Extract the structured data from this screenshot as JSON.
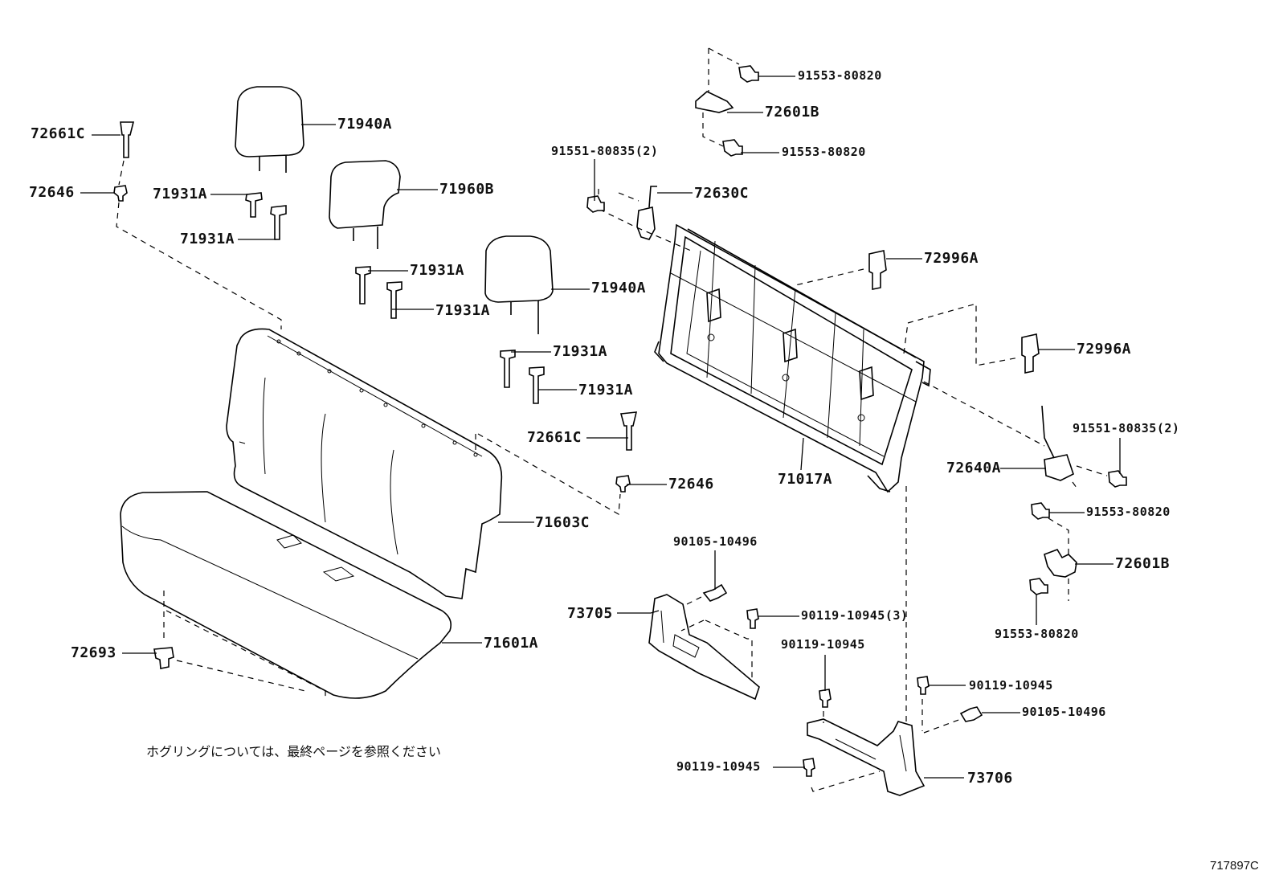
{
  "diagram": {
    "note": "ホグリングについては、最終ページを参照ください",
    "diagram_number": "717897C"
  },
  "labels": {
    "p_72661C_left": "72661C",
    "p_72646_left": "72646",
    "p_71940A_top": "71940A",
    "p_71931A_1": "71931A",
    "p_71931A_2": "71931A",
    "p_71960B": "71960B",
    "p_71931A_3": "71931A",
    "p_71931A_4": "71931A",
    "p_71940A_mid": "71940A",
    "p_71931A_5": "71931A",
    "p_71931A_6": "71931A",
    "p_72661C_mid": "72661C",
    "p_72646_mid": "72646",
    "p_71603C": "71603C",
    "p_71601A": "71601A",
    "p_72693": "72693",
    "p_91553_80820_a": "91553-80820",
    "p_72601B_top": "72601B",
    "p_91553_80820_b": "91553-80820",
    "p_91551_80835_left": "91551-80835(2)",
    "p_72630C": "72630C",
    "p_72996A_1": "72996A",
    "p_72996A_2": "72996A",
    "p_71017A": "71017A",
    "p_91551_80835_right": "91551-80835(2)",
    "p_72640A": "72640A",
    "p_91553_80820_c": "91553-80820",
    "p_72601B_bottom": "72601B",
    "p_91553_80820_d": "91553-80820",
    "p_90105_10496_a": "90105-10496",
    "p_73705": "73705",
    "p_90119_10945_3": "90119-10945(3)",
    "p_90119_10945_a": "90119-10945",
    "p_90119_10945_b": "90119-10945",
    "p_90105_10496_b": "90105-10496",
    "p_90119_10945_c": "90119-10945",
    "p_73706": "73706"
  }
}
